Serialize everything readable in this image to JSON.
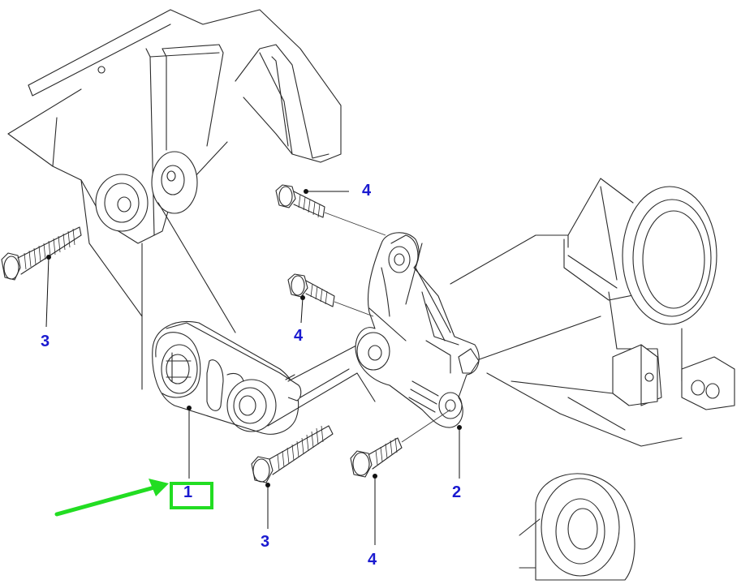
{
  "diagram": {
    "callouts": {
      "part1": "1",
      "part2": "2",
      "bolt3_left": "3",
      "bolt3_bottom": "3",
      "bolt4_top": "4",
      "bolt4_mid": "4",
      "bolt4_bottom": "4"
    },
    "colors": {
      "callout_text": "#1a1ad0",
      "highlight": "#22dd22",
      "line": "#2a2a2a"
    }
  }
}
